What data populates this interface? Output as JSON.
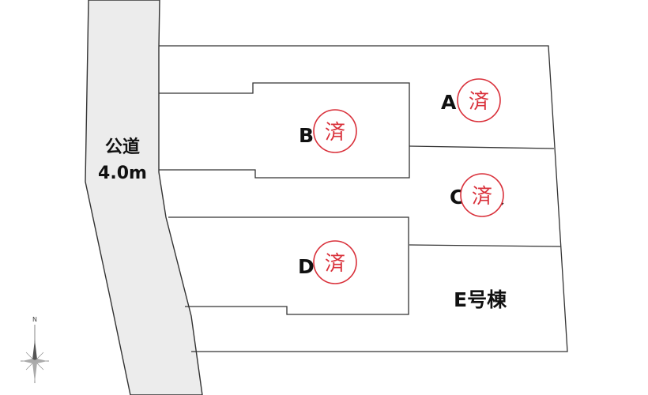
{
  "road": {
    "line1": "公道",
    "line2": "4.0m"
  },
  "lots": [
    {
      "id": "A",
      "label": "A号棟",
      "sold": true
    },
    {
      "id": "B",
      "label": "B号棟",
      "sold": true
    },
    {
      "id": "C",
      "label": "C号棟",
      "sold": true
    },
    {
      "id": "D",
      "label": "D号棟",
      "sold": true
    },
    {
      "id": "E",
      "label": "E号棟",
      "sold": false
    }
  ],
  "sold_stamp": {
    "text": "済",
    "color": "#d9303a"
  },
  "compass": {
    "north_label": "N"
  },
  "colors": {
    "road_fill": "#ececec",
    "line": "#333333"
  }
}
